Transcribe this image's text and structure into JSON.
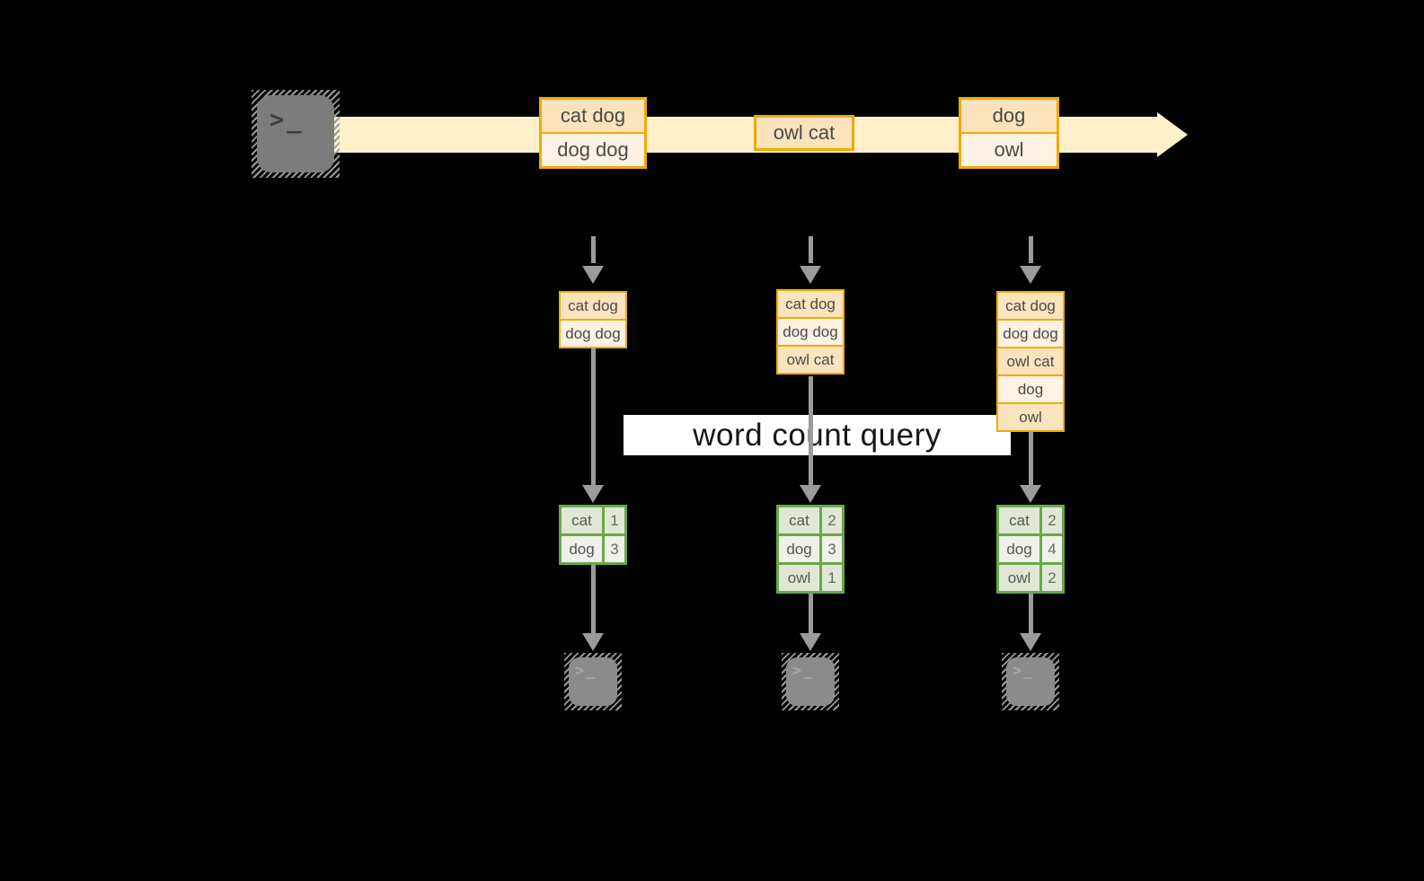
{
  "diagram": {
    "title_hidden": "",
    "query_label": "word count query",
    "terminal_glyph": ">_",
    "stream_boxes": [
      {
        "rows": [
          "cat dog",
          "dog dog"
        ]
      },
      {
        "rows": [
          "owl cat"
        ]
      },
      {
        "rows": [
          "dog",
          "owl"
        ]
      }
    ],
    "columns": [
      {
        "stack": [
          "cat dog",
          "dog dog"
        ],
        "table": [
          {
            "word": "cat",
            "count": "1"
          },
          {
            "word": "dog",
            "count": "3"
          }
        ]
      },
      {
        "stack": [
          "cat dog",
          "dog dog",
          "owl cat"
        ],
        "table": [
          {
            "word": "cat",
            "count": "2"
          },
          {
            "word": "dog",
            "count": "3"
          },
          {
            "word": "owl",
            "count": "1"
          }
        ]
      },
      {
        "stack": [
          "cat dog",
          "dog dog",
          "owl cat",
          "dog",
          "owl"
        ],
        "table": [
          {
            "word": "cat",
            "count": "2"
          },
          {
            "word": "dog",
            "count": "4"
          },
          {
            "word": "owl",
            "count": "2"
          }
        ]
      }
    ],
    "colors": {
      "background": "#000000",
      "stream_band": "#fdf0cb",
      "record_border": "#f0ab00",
      "record_fill_dark": "#fbe3bd",
      "record_fill_light": "#fdf2e3",
      "table_border": "#6ca64c",
      "table_fill_dark": "#dfe8d4",
      "table_fill_light": "#eef2e9",
      "arrow_gray": "#9b9b9b",
      "label_background": "#ffffff"
    }
  }
}
